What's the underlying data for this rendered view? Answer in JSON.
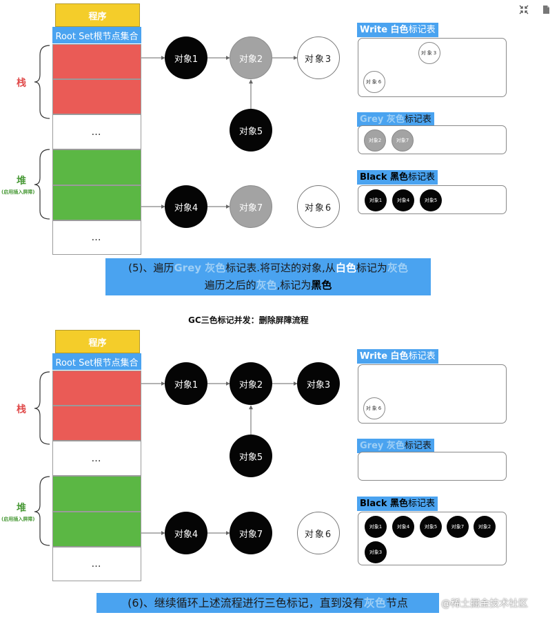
{
  "top_icons": [
    "collapse-icon",
    "copy-icon"
  ],
  "panel1": {
    "program": "程序",
    "root_set": "Root Set根节点集合",
    "stack_label": "栈",
    "heap_label": "堆",
    "heap_sub": "(启用插入屏障)",
    "ellipsis": "…",
    "nodes": {
      "o1": "对象1",
      "o2": "对象2",
      "o3": "对象3",
      "o4": "对象4",
      "o5": "对象5",
      "o6": "对象6",
      "o7": "对象7"
    },
    "white_table": {
      "title_a": "Write ",
      "title_b": "白色",
      "title_c": "标记表",
      "items": [
        "对象3",
        "对象6"
      ]
    },
    "grey_table": {
      "title_a": "Grey ",
      "title_b": "灰色",
      "title_c": "标记表",
      "items": [
        "对象2",
        "对象7"
      ]
    },
    "black_table": {
      "title_a": "Black ",
      "title_b": "黑色",
      "title_c": "标记表",
      "items": [
        "对象1",
        "对象4",
        "对象5"
      ]
    },
    "caption": {
      "l1a": "(5)、遍历",
      "l1b": "Grey 灰色",
      "l1c": "标记表.将可达的对象,从",
      "l1d": "白色",
      "l1e": "标记为",
      "l1f": "灰色",
      "l2a": "遍历之后的",
      "l2b": "灰色",
      "l2c": ",标记为",
      "l2d": "黑色"
    }
  },
  "mid_title": "GC三色标记并发：删除屏障流程",
  "panel2": {
    "program": "程序",
    "root_set": "Root Set根节点集合",
    "stack_label": "栈",
    "heap_label": "堆",
    "heap_sub": "(启用插入屏障)",
    "ellipsis": "…",
    "nodes": {
      "o1": "对象1",
      "o2": "对象2",
      "o3": "对象3",
      "o4": "对象4",
      "o5": "对象5",
      "o6": "对象6",
      "o7": "对象7"
    },
    "white_table": {
      "title_a": "Write ",
      "title_b": "白色",
      "title_c": "标记表",
      "items": [
        "对象6"
      ]
    },
    "grey_table": {
      "title_a": "Grey ",
      "title_b": "灰色",
      "title_c": "标记表",
      "items": []
    },
    "black_table": {
      "title_a": "Black ",
      "title_b": "黑色",
      "title_c": "标记表",
      "items": [
        "对象1",
        "对象4",
        "对象5",
        "对象7",
        "对象2",
        "对象3"
      ]
    },
    "caption": {
      "a": "(6)、继续循环上述流程进行三色标记，直到没有",
      "b": "灰色",
      "c": "节点"
    }
  },
  "watermark": "@稀土掘金技术社区",
  "colors": {
    "blue": "#4aa3f0",
    "yellow": "#f4cd2a",
    "red": "#ea5b56",
    "green": "#5bb744",
    "grey": "#a3a3a3",
    "black": "#050505"
  }
}
